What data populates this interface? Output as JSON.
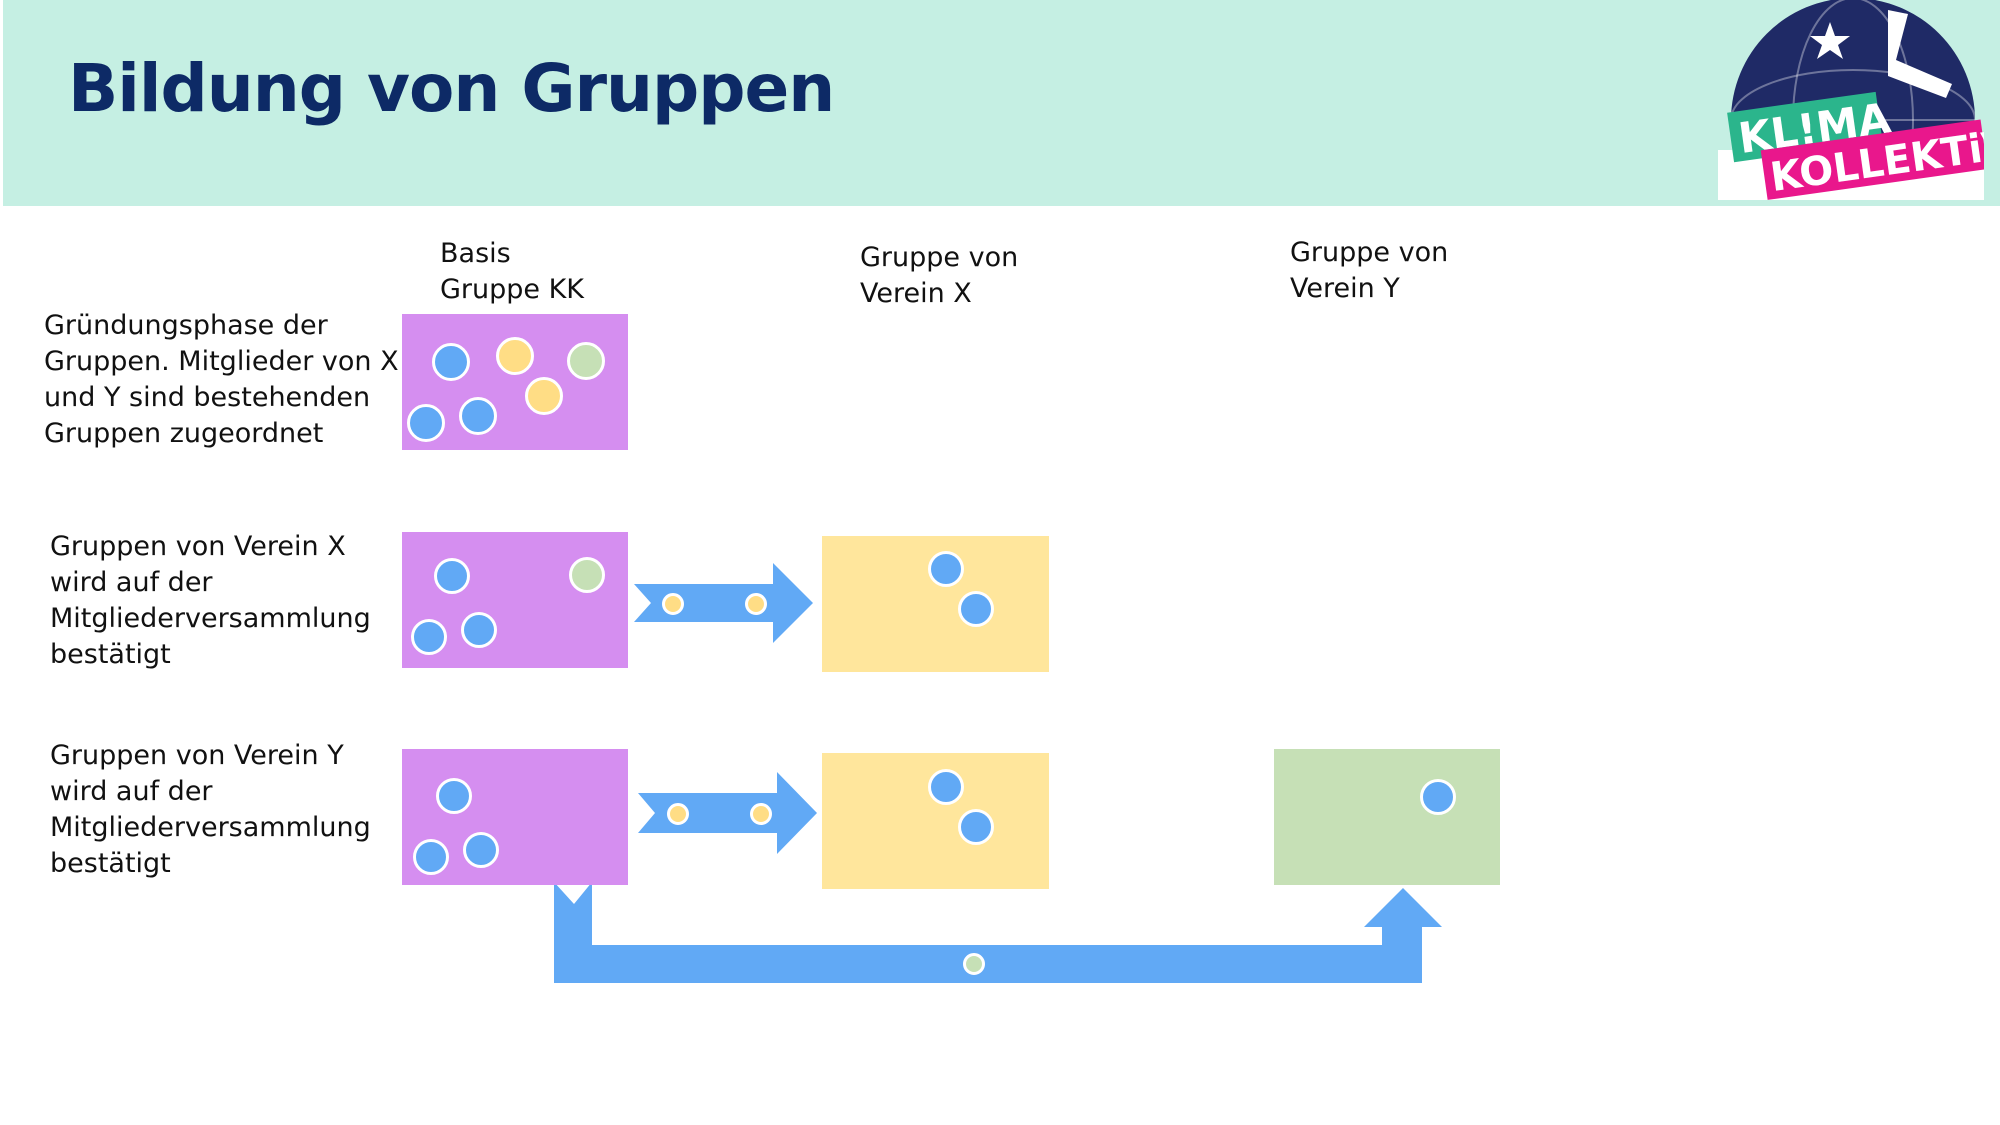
{
  "title": "Bildung von Gruppen",
  "logo": {
    "line1": "KL!MA",
    "line2": "KOLLEKTiV"
  },
  "columns": {
    "basis": "Basis\nGruppe KK",
    "verein_x": "Gruppe von\nVerein X",
    "verein_y": "Gruppe von\nVerein Y"
  },
  "rows": [
    {
      "description": "Gründungsphase der\nGruppen. Mitglieder von X\nund Y sind bestehenden\nGruppen zugeordnet"
    },
    {
      "description": "Gruppen von Verein X\nwird auf der\nMitgliederversammlung\nbestätigt"
    },
    {
      "description": "Gruppen von Verein Y\nwird auf der\nMitgliederversammlung\nbestätigt"
    }
  ],
  "colors": {
    "header_bg": "#c5efe3",
    "title": "#0d2a66",
    "group_kk": "#d58ef0",
    "group_x": "#ffe69c",
    "group_y": "#c6e0b6",
    "member_kk": "#61a9f5",
    "member_x": "#ffdd85",
    "member_y": "#c6e0b6",
    "arrow": "#61a9f5",
    "logo_navy": "#1f2a66",
    "logo_green": "#2bb58c",
    "logo_pink": "#e9178c"
  }
}
